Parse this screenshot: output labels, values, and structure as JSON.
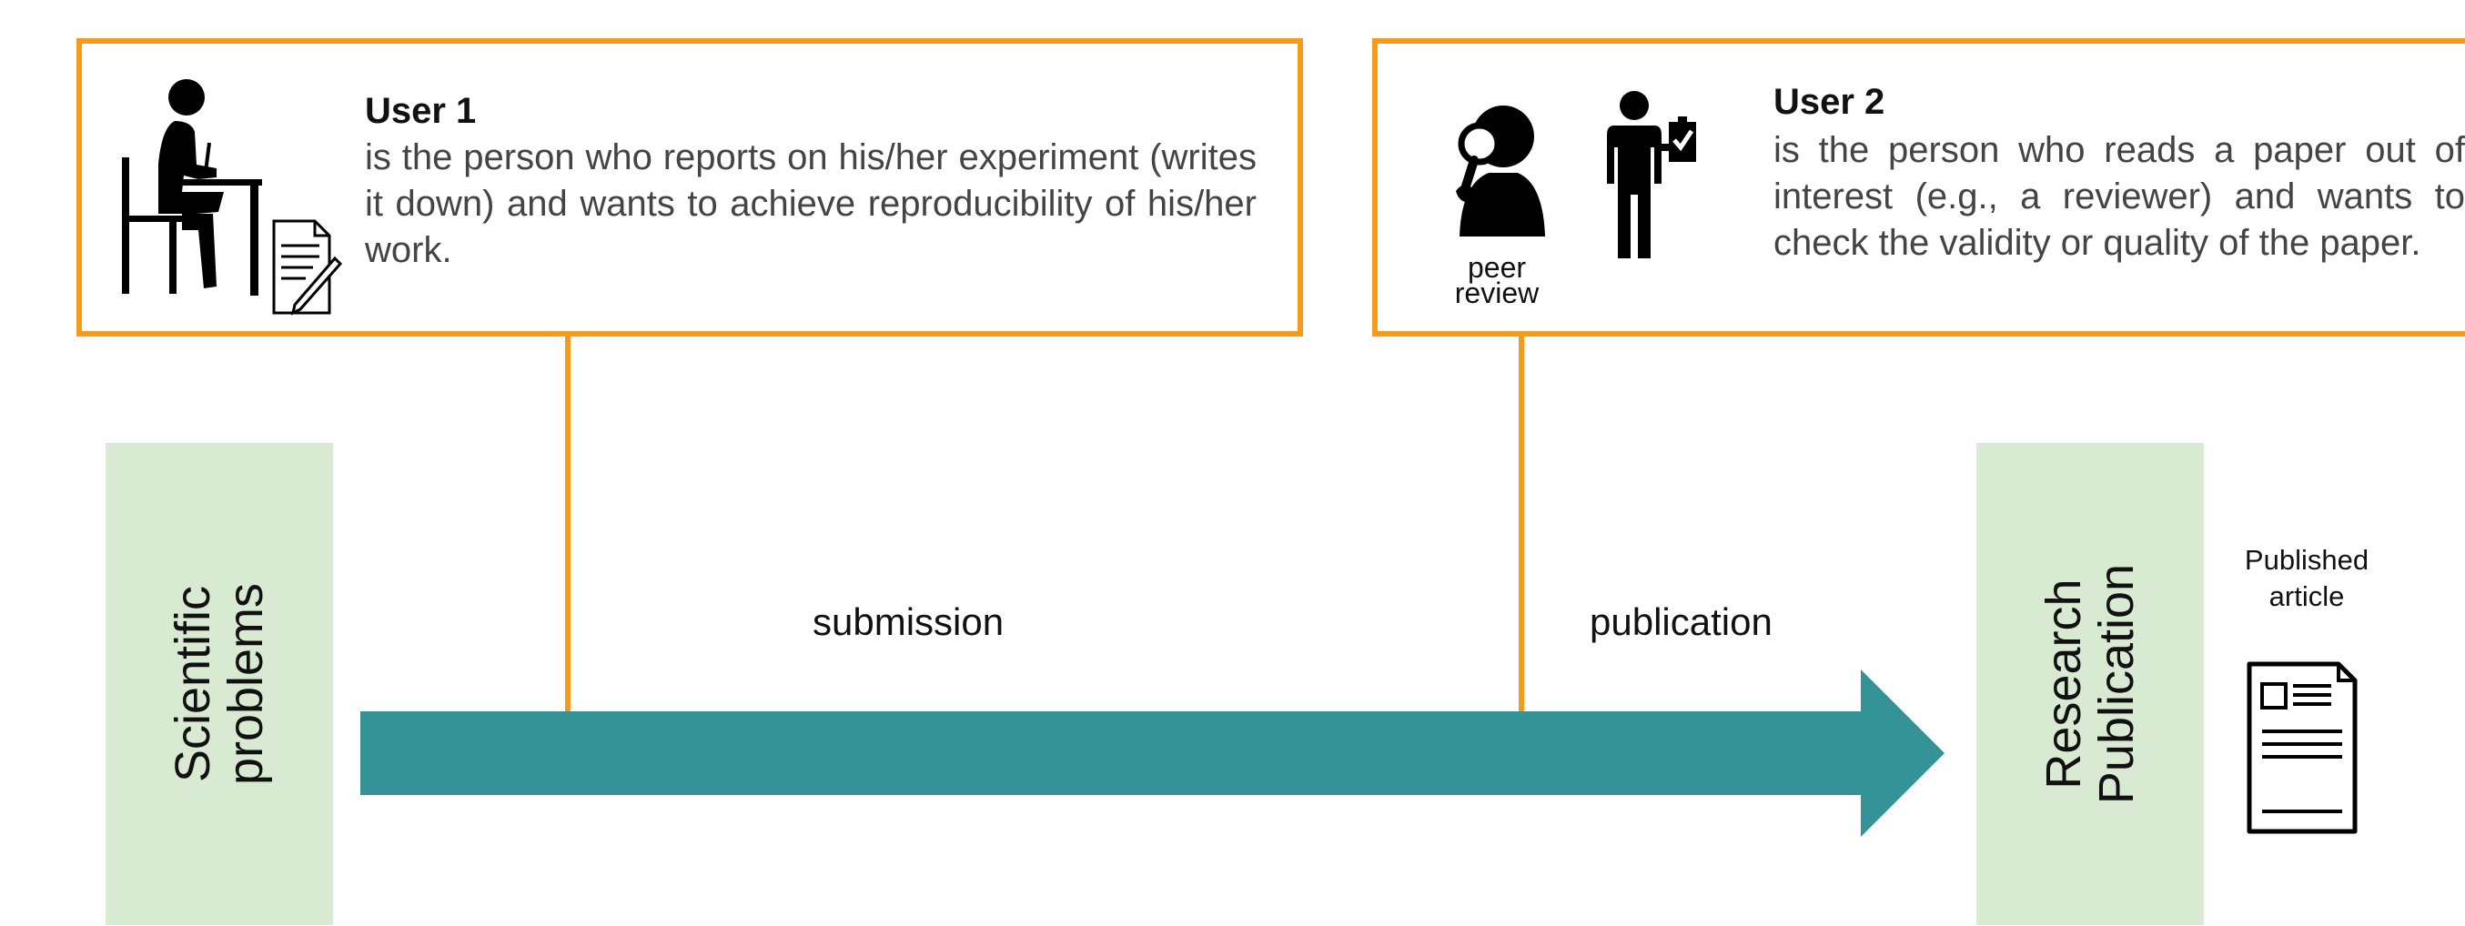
{
  "colors": {
    "box_border": "#f59a1c",
    "arrow": "#339396",
    "stage_fill": "#d9ead3",
    "description_text": "#444444"
  },
  "user1": {
    "title": "User 1",
    "description": "is the person who reports on his/her experiment (writes it down) and wants to achieve reproducibility of his/her work.",
    "icons": [
      "person-writing-icon",
      "document-pen-icon"
    ]
  },
  "user2": {
    "title": "User 2",
    "description": "is the person who reads a paper out of interest (e.g., a reviewer) and wants to check the validity or quality of the paper.",
    "icons": [
      "magnifier-person-icon",
      "person-clipboard-icon"
    ],
    "peer_review_label_line1": "peer",
    "peer_review_label_line2": "review"
  },
  "stages": {
    "start": {
      "line1": "Scientific",
      "line2": "problems"
    },
    "end": {
      "line1": "Research",
      "line2": "Publication"
    }
  },
  "edges": {
    "submission": "submission",
    "publication": "publication"
  },
  "output": {
    "label_line1": "Published",
    "label_line2": "article",
    "icon": "article-icon"
  }
}
